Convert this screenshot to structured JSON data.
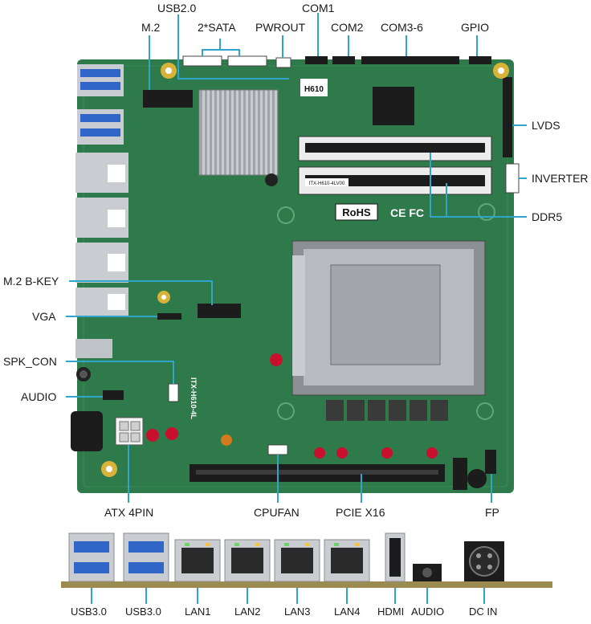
{
  "labels": {
    "m2": "M.2",
    "usb20": "USB2.0",
    "sata": "2*SATA",
    "pwrout": "PWROUT",
    "com1": "COM1",
    "com2": "COM2",
    "com36": "COM3-6",
    "gpio": "GPIO",
    "lvds": "LVDS",
    "inverter": "INVERTER",
    "ddr5": "DDR5",
    "m2bkey": "M.2 B-KEY",
    "vga": "VGA",
    "spkcon": "SPK_CON",
    "audio": "AUDIO",
    "atx4pin": "ATX 4PIN",
    "cpufan": "CPUFAN",
    "pciex16": "PCIE X16",
    "fp": "FP"
  },
  "board_marks": {
    "chip_label": "H610",
    "rohs": "RoHS",
    "ce_fcc": "CE FC",
    "model": "ITX-H610-4LV00",
    "model_vertical": "ITX-H610-4L"
  },
  "io_panel": [
    "USB3.0",
    "USB3.0",
    "LAN1",
    "LAN2",
    "LAN3",
    "LAN4",
    "HDMI",
    "AUDIO",
    "DC IN"
  ],
  "colors": {
    "pcb": "#2f7a4a",
    "pcb_dark": "#1f5c36",
    "leader": "#2fa5c9",
    "usb_blue": "#2f66c8",
    "port_metal": "#c9ccd0"
  }
}
